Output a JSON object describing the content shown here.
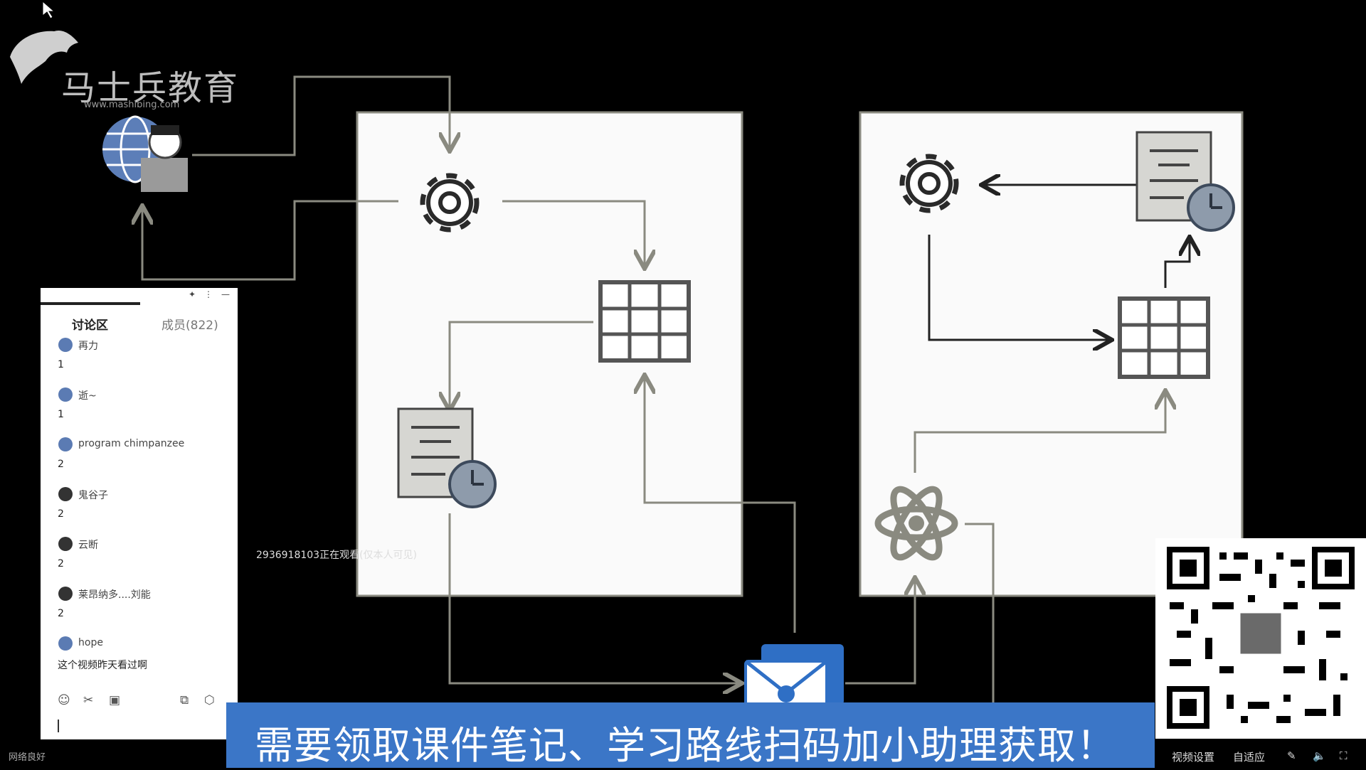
{
  "logo": {
    "title": "马士兵教育",
    "url": "www.mashibing.com"
  },
  "chat": {
    "tab_discussion": "讨论区",
    "tab_members": "成员(822)",
    "pin_icon": "pin-icon",
    "more_icon": "more-icon",
    "minimize_icon": "minimize-icon",
    "messages": [
      {
        "name": "再力",
        "text": "1"
      },
      {
        "name": "逝~",
        "text": "1"
      },
      {
        "name": "program chimpanzee",
        "text": "2"
      },
      {
        "name": "鬼谷子",
        "text": "2"
      },
      {
        "name": "云断",
        "text": "2"
      },
      {
        "name": "莱昂纳多....刘能",
        "text": "2"
      },
      {
        "name": "hope",
        "text": "这个视频昨天看过啊"
      }
    ],
    "tools": [
      "emoji-icon",
      "scissors-icon",
      "image-icon",
      "quote-icon",
      "settings-icon"
    ]
  },
  "watching_notice": "2936918103正在观看(仅本人可见)",
  "network_status": "网络良好",
  "banner": {
    "text": "需要领取课件笔记、学习路线扫码加小助理获取！"
  },
  "player": {
    "video_settings": "视频设置",
    "adaptive": "自适应"
  },
  "colors": {
    "banner": "#3b76c7",
    "panel": "#fafafa",
    "arrow_gray": "#8a8a80",
    "arrow_dark": "#222222"
  }
}
